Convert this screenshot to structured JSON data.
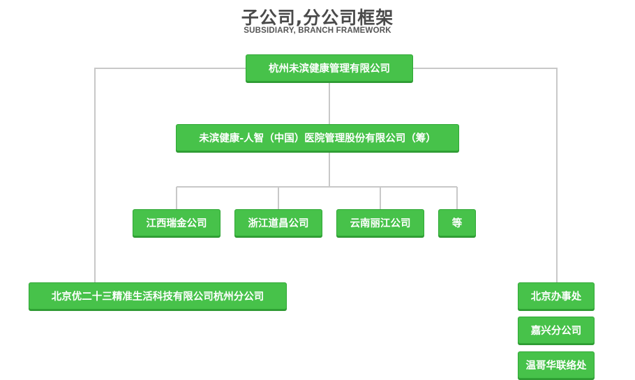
{
  "header": {
    "title": "子公司,分公司框架",
    "subtitle": "SUBSIDIARY, BRANCH FRAMEWORK"
  },
  "colors": {
    "node_fill": "#47c24a",
    "node_border": "#2fa735",
    "connector": "#c8c8c8",
    "title_text": "#4a4a4a"
  },
  "org": {
    "root": "杭州未滨健康管理有限公司",
    "level2": "未滨健康-人智（中国）医院管理股份有限公司（筹）",
    "level3": [
      "江西瑞金公司",
      "浙江道昌公司",
      "云南丽江公司",
      "等"
    ],
    "left_branch": "北京优二十三精准生活科技有限公司杭州分公司",
    "right_branches": [
      "北京办事处",
      "嘉兴分公司",
      "温哥华联络处"
    ]
  }
}
